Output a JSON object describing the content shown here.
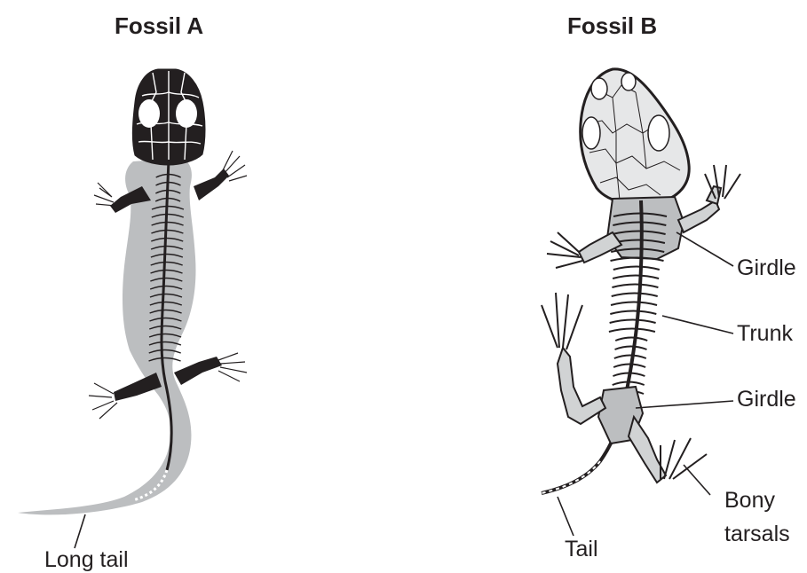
{
  "figure": {
    "fossil_a": {
      "title": "Fossil A",
      "labels": {
        "tail": "Long tail"
      }
    },
    "fossil_b": {
      "title": "Fossil B",
      "labels": {
        "girdle_front": "Girdle",
        "trunk": "Trunk",
        "girdle_back": "Girdle",
        "tarsals_line1": "Bony",
        "tarsals_line2": "tarsals",
        "tail": "Tail"
      }
    },
    "colors": {
      "ink": "#231f20",
      "body_gray": "#bcbec0",
      "bone_gray": "#d1d3d4",
      "skull_fill": "#e6e7e8"
    }
  }
}
